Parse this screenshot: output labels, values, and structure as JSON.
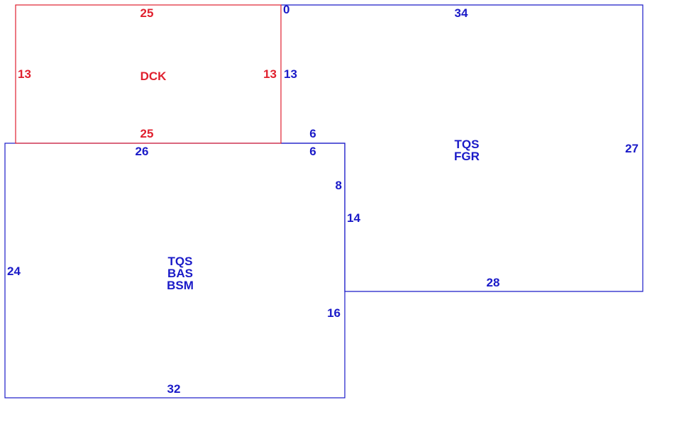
{
  "colors": {
    "deck": "#e0202e",
    "rooms": "#1a1ac8",
    "background": "#ffffff"
  },
  "deck": {
    "label": "DCK",
    "dim_top": "25",
    "dim_bottom": "25",
    "dim_left": "13",
    "dim_right": "13"
  },
  "upper_room": {
    "labels": [
      "TQS",
      "FGR"
    ],
    "origin": "0",
    "dim_top": "34",
    "dim_right": "27",
    "dim_bottom": "28",
    "dim_left_upper": "13",
    "dim_step_top": "6",
    "dim_left_lower": "14"
  },
  "lower_room": {
    "labels": [
      "TQS",
      "BAS",
      "BSM"
    ],
    "dim_top": "26",
    "dim_step_top": "6",
    "dim_right_upper": "8",
    "dim_right_lower": "16",
    "dim_left": "24",
    "dim_bottom": "32"
  }
}
